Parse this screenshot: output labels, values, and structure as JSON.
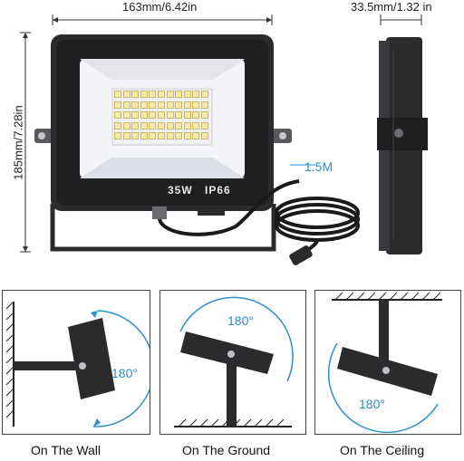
{
  "dimensions": {
    "width_label": "163mm/6.42in",
    "depth_label": "33.5mm/1.32 in",
    "height_label": "185mm/7.28in",
    "cable_label": "1.5M"
  },
  "product": {
    "badge_watt": "35W",
    "badge_ip": "IP66"
  },
  "mounting": {
    "wall": {
      "angle": "180°",
      "caption": "On The Wall"
    },
    "ground": {
      "angle": "180°",
      "caption": "On The Ground"
    },
    "ceiling": {
      "angle": "180°",
      "caption": "On The Ceiling"
    }
  },
  "colors": {
    "accent_blue": "#2a8fcf",
    "housing": "#2b2b2e",
    "led_panel": "#eef0f4"
  }
}
